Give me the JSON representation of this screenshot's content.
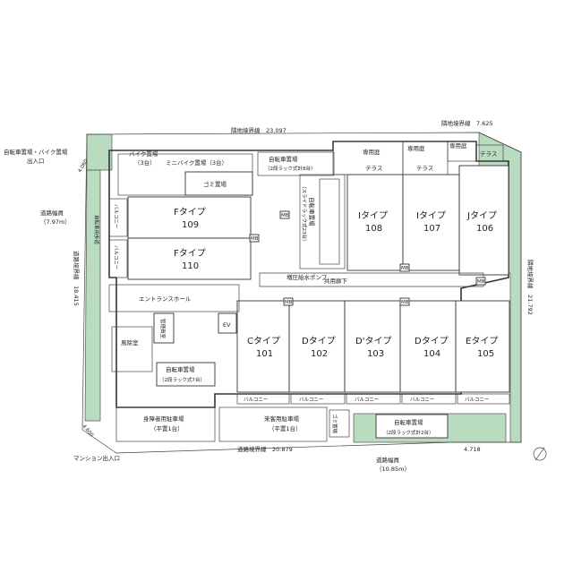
{
  "boundary": {
    "north": "隣地境界線　23.097",
    "north_east": "隣地境界線　7.625",
    "east": "隣地境界線　21.792",
    "west": "道路境界線　18.415",
    "south": "道路境界線　20.879",
    "south_east": "4.718",
    "south_west": "4.600",
    "west_top": "4.060"
  },
  "road": {
    "west_label": "道路幅員",
    "west_width": "（7.97m）",
    "south_label": "道路幅員",
    "south_width": "（10.85m）"
  },
  "entrances": {
    "bike_entrance_line1": "自転車置場・バイク置場",
    "bike_entrance_line2": "出入口",
    "mansion_entrance": "マンション出入口"
  },
  "units": [
    {
      "type": "Fタイプ",
      "no": "109"
    },
    {
      "type": "Fタイプ",
      "no": "110"
    },
    {
      "type": "Iタイプ",
      "no": "108"
    },
    {
      "type": "Iタイプ",
      "no": "107"
    },
    {
      "type": "Jタイプ",
      "no": "106"
    },
    {
      "type": "Cタイプ",
      "no": "101"
    },
    {
      "type": "Dタイプ",
      "no": "102"
    },
    {
      "type": "D'タイプ",
      "no": "103"
    },
    {
      "type": "Dタイプ",
      "no": "104"
    },
    {
      "type": "Eタイプ",
      "no": "105"
    }
  ],
  "areas": {
    "bike_parking": "バイク置場",
    "bike_parking_count": "（3台）",
    "mini_bike_parking": "ミニバイク置場（3台）",
    "garbage": "ゴミ置場",
    "bicycle_top_line1": "自転車置場",
    "bicycle_top_line2": "（2段ラック式計8台）",
    "bicycle_slide_line1": "自転車置場",
    "bicycle_slide_line2": "（スライドラック式23台）",
    "private_garden": "専用庭",
    "terrace": "テラス",
    "corridor": "共用廊下",
    "entrance_hall": "エントランスホール",
    "manager": "管理員室",
    "wind_room": "風除室",
    "bicycle_mid_line1": "自転車置場",
    "bicycle_mid_line2": "（2段ラック式7台）",
    "ev": "EV",
    "accessible_parking_line1": "身障者用駐車場",
    "accessible_parking_line2": "（平置1台）",
    "visitor_parking_line1": "来客用駐車場",
    "visitor_parking_line2": "（平置1台）",
    "bicycle_bottom_line1": "自転車置場",
    "bicycle_bottom_line2": "（2段ラック式計2台）",
    "balcony": "バルコニー",
    "bicycle_walkway": "自転車用歩道",
    "mb": "MB",
    "pump": "増圧給水ポンプ",
    "trash_stand": "ゴミ置場"
  },
  "colors": {
    "green": "#b9dcc0",
    "wall": "#333333"
  }
}
